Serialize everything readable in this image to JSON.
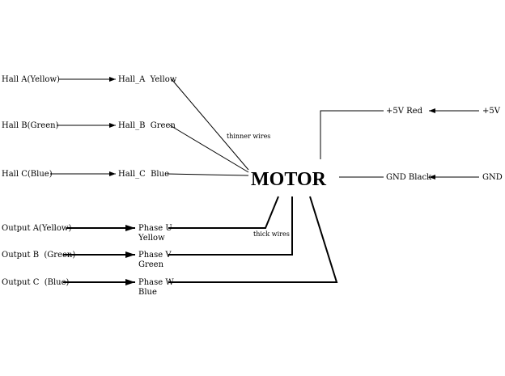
{
  "motor_label": "MOTOR",
  "hall_inputs": [
    {
      "source": "Hall A(Yellow)",
      "target": "Hall_A  Yellow"
    },
    {
      "source": "Hall B(Green)",
      "target": "Hall_B  Green"
    },
    {
      "source": "Hall C(Blue)",
      "target": "Hall_C  Blue"
    }
  ],
  "outputs": [
    {
      "source": "Output A(Yellow)",
      "phase": "Phase U",
      "color": "Yellow"
    },
    {
      "source": "Output B  (Green)",
      "phase": "Phase V",
      "color": "Green"
    },
    {
      "source": "Output C  (Blue)",
      "phase": "Phase W",
      "color": "Blue"
    }
  ],
  "power": [
    {
      "source": "+5V",
      "target": "+5V Red"
    },
    {
      "source": "GND",
      "target": "GND Black"
    }
  ],
  "annotations": {
    "thin": "thinner wires",
    "thick": "thick wires"
  }
}
